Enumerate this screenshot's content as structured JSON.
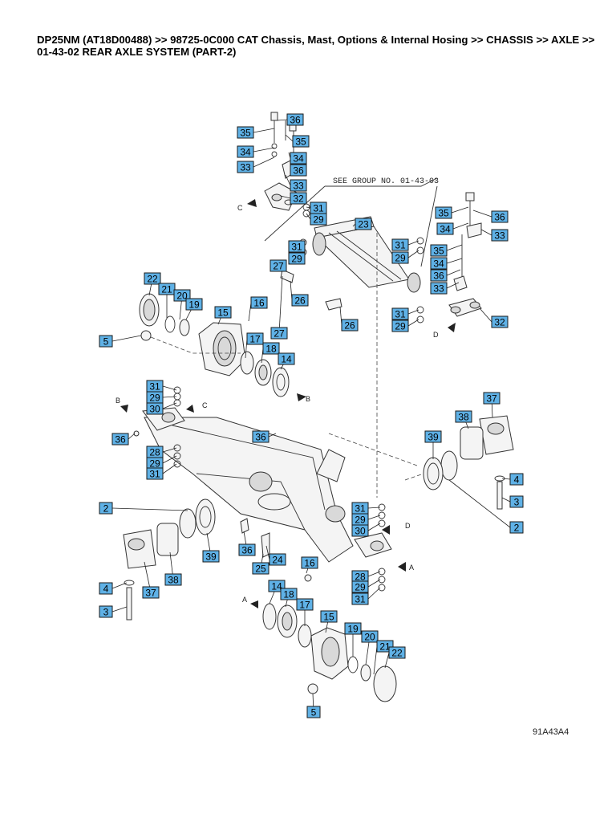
{
  "header": {
    "line1": "DP25NM (AT18D00488) >> 98725-0C000 CAT Chassis, Mast, Options & Internal Hosing >> CHASSIS >> AXLE >>",
    "line2": "01-43-02 REAR AXLE SYSTEM (PART-2)"
  },
  "diagram": {
    "note": "SEE GROUP NO. 01-43-03",
    "drawing_code": "91A43A4",
    "view_letters": [
      "A",
      "B",
      "C",
      "D"
    ],
    "callouts": [
      "36",
      "35",
      "35",
      "34",
      "34",
      "36",
      "33",
      "33",
      "32",
      "31",
      "29",
      "23",
      "35",
      "36",
      "34",
      "33",
      "31",
      "29",
      "31",
      "29",
      "27",
      "35",
      "26",
      "34",
      "36",
      "33",
      "22",
      "21",
      "20",
      "19",
      "15",
      "16",
      "31",
      "32",
      "29",
      "27",
      "26",
      "5",
      "17",
      "18",
      "14",
      "31",
      "29",
      "30",
      "37",
      "38",
      "36",
      "36",
      "39",
      "28",
      "29",
      "31",
      "4",
      "3",
      "2",
      "31",
      "29",
      "30",
      "2",
      "39",
      "36",
      "24",
      "25",
      "16",
      "28",
      "4",
      "38",
      "37",
      "29",
      "31",
      "3",
      "14",
      "18",
      "17",
      "15",
      "19",
      "20",
      "21",
      "22",
      "5"
    ]
  }
}
